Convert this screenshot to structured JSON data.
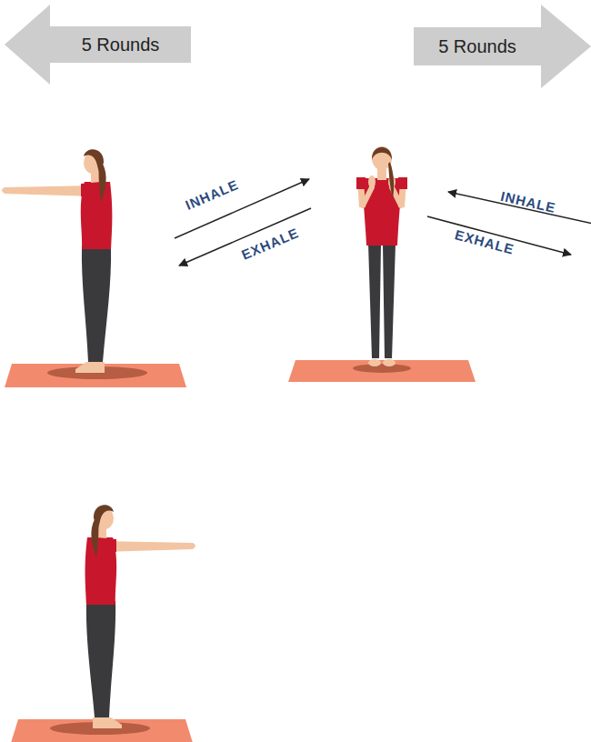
{
  "diagram": {
    "nodes": [
      {
        "text": [
          "5 Rounds"
        ]
      },
      {
        "text": [
          "5 Rounds"
        ]
      }
    ],
    "labels": [
      "INHALE",
      "EXHALE",
      "INHALE",
      "EXHALE"
    ]
  }
}
